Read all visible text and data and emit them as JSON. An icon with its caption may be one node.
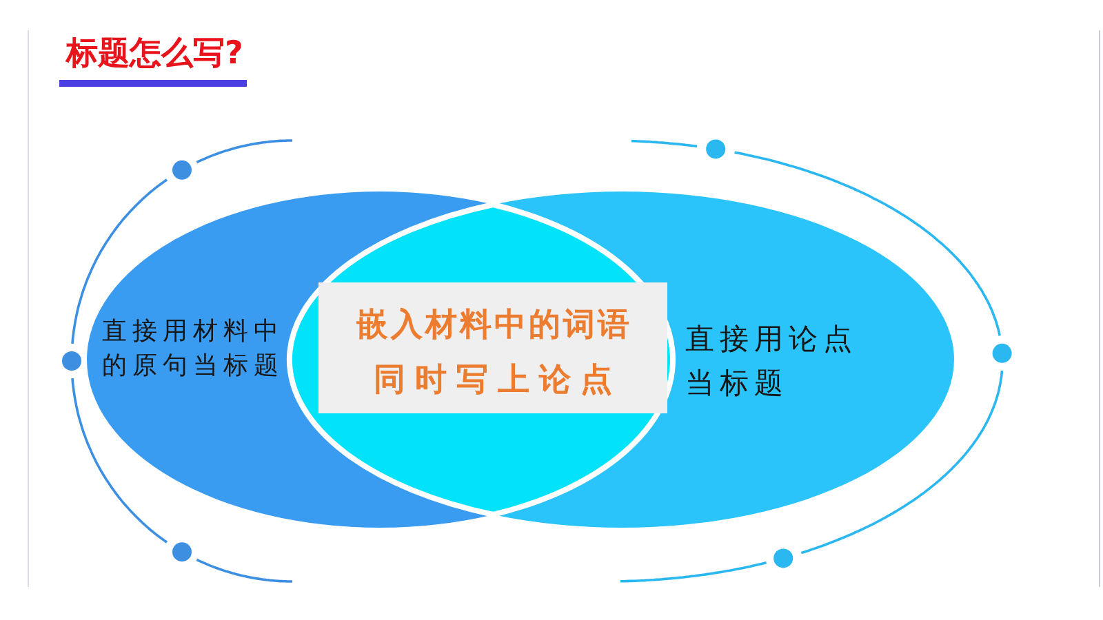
{
  "diagram": {
    "title": "标题怎么写?",
    "nodes": [
      {
        "text": [
          "直接用材料中的原句当标题"
        ]
      },
      {
        "text": [
          "嵌入材料中的词语",
          "同时写上论点"
        ]
      },
      {
        "text": [
          "直接用论点当标题"
        ]
      }
    ]
  }
}
